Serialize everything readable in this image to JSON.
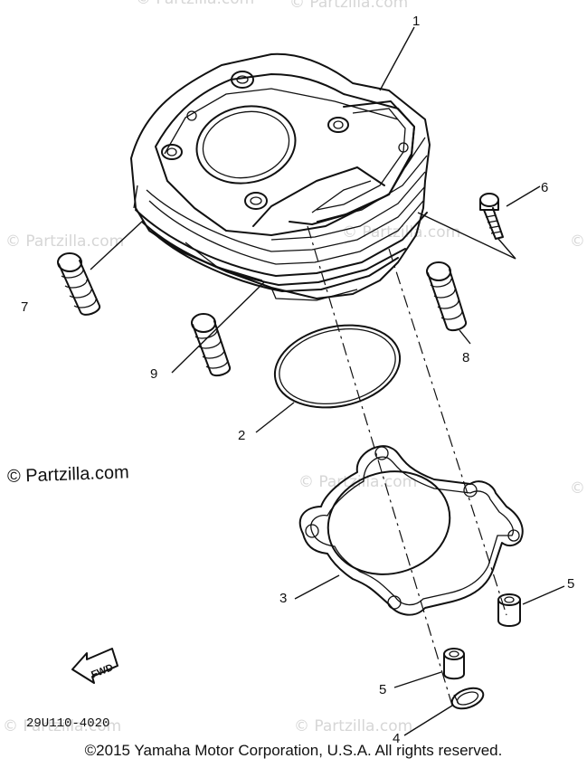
{
  "diagram": {
    "callouts": {
      "c1": "1",
      "c2": "2",
      "c3": "3",
      "c4": "4",
      "c5a": "5",
      "c5b": "5",
      "c6": "6",
      "c7": "7",
      "c8": "8",
      "c9": "9"
    },
    "fwd_label": "FWD",
    "part_code": "29U110-4020",
    "credit": "© Partzilla.com",
    "watermarks": [
      "© Partzilla.com",
      "© Partzilla.com",
      "© Partzilla.com",
      "© Partzilla.com",
      "© Partzilla.com",
      "© Partzilla.com",
      "© Partzilla.com",
      "© Partzilla.com",
      "© Partzilla.com"
    ]
  },
  "footer": {
    "copyright": "©2015  Yamaha Motor Corporation, U.S.A. All rights reserved."
  }
}
